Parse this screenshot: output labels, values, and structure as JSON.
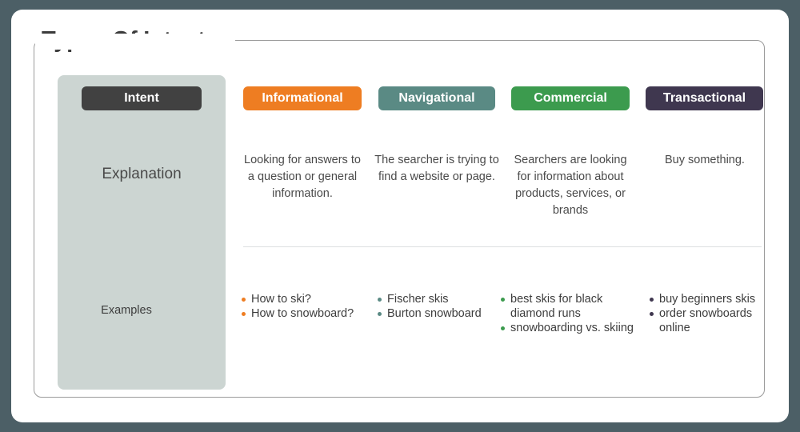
{
  "page": {
    "title": "Types Of Intent",
    "background_color": "#4c5f66",
    "card_color": "#ffffff"
  },
  "row_labels": {
    "explanation": "Explanation",
    "examples": "Examples"
  },
  "intent_header": {
    "label": "Intent",
    "color": "#414141"
  },
  "columns": [
    {
      "key": "informational",
      "label": "Informational",
      "color": "#ee7d22",
      "explanation": "Looking for answers to a question or general information.",
      "examples": [
        "How to ski?",
        "How to snowboard?"
      ]
    },
    {
      "key": "navigational",
      "label": "Navigational",
      "color": "#5a8a84",
      "explanation": "The searcher is trying to find a website or page.",
      "examples": [
        "Fischer skis",
        "Burton snowboard"
      ]
    },
    {
      "key": "commercial",
      "label": "Commercial",
      "color": "#3c9b4e",
      "explanation": "Searchers are looking for information about products, services, or brands",
      "examples": [
        "best skis for black diamond runs",
        "snowboarding vs. skiing"
      ]
    },
    {
      "key": "transactional",
      "label": "Transactional",
      "color": "#3f374f",
      "explanation": "Buy something.",
      "examples": [
        "buy beginners skis",
        "order snowboards online"
      ]
    }
  ]
}
